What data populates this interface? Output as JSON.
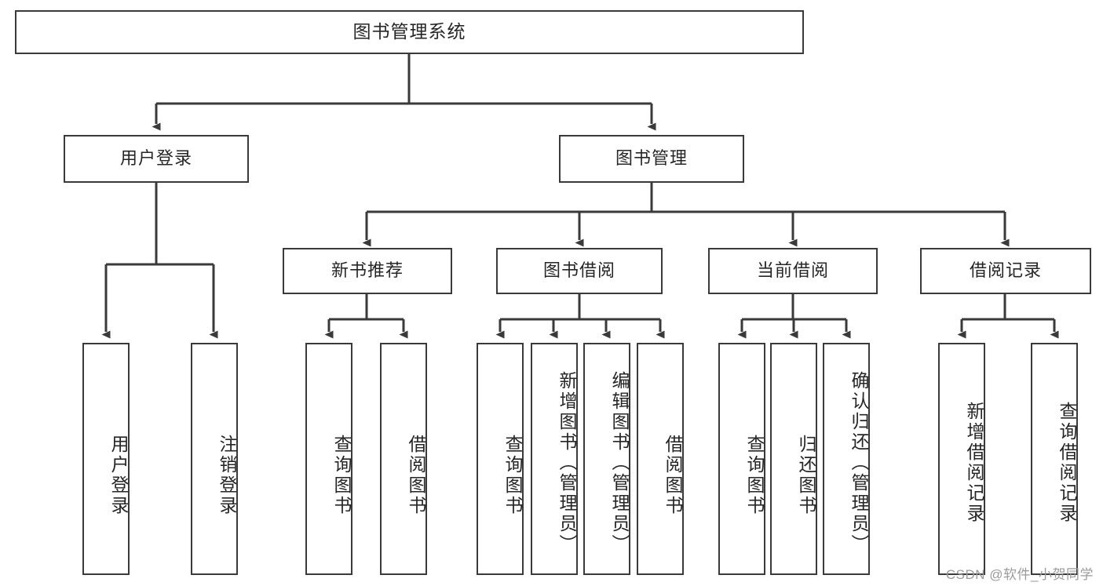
{
  "diagram": {
    "type": "tree-hierarchy",
    "title": "图书管理系统",
    "orientation": "top-down",
    "colors": {
      "stroke": "#3a3a3a",
      "fill": "#ffffff",
      "text": "#262626",
      "watermark": "#9b9b9b"
    },
    "root": {
      "label": "图书管理系统"
    },
    "level2": [
      {
        "label": "用户登录"
      },
      {
        "label": "图书管理"
      }
    ],
    "level3": [
      {
        "label": "新书推荐"
      },
      {
        "label": "图书借阅"
      },
      {
        "label": "当前借阅"
      },
      {
        "label": "借阅记录"
      }
    ],
    "leaves": {
      "user_login": [
        {
          "label": "用户登录"
        },
        {
          "label": "注销登录"
        }
      ],
      "new_book_recommend": [
        {
          "label": "查询图书"
        },
        {
          "label": "借阅图书"
        }
      ],
      "book_borrow": [
        {
          "label": "查询图书"
        },
        {
          "label": "新增图书（管理员）"
        },
        {
          "label": "编辑图书（管理员）"
        },
        {
          "label": "借阅图书"
        }
      ],
      "current_borrow": [
        {
          "label": "查询图书"
        },
        {
          "label": "归还图书"
        },
        {
          "label": "确认归还（管理员）"
        }
      ],
      "borrow_record": [
        {
          "label": "新增借阅记录"
        },
        {
          "label": "查询借阅记录"
        }
      ]
    }
  },
  "watermark": {
    "text": "CSDN @软件_小贺同学"
  }
}
